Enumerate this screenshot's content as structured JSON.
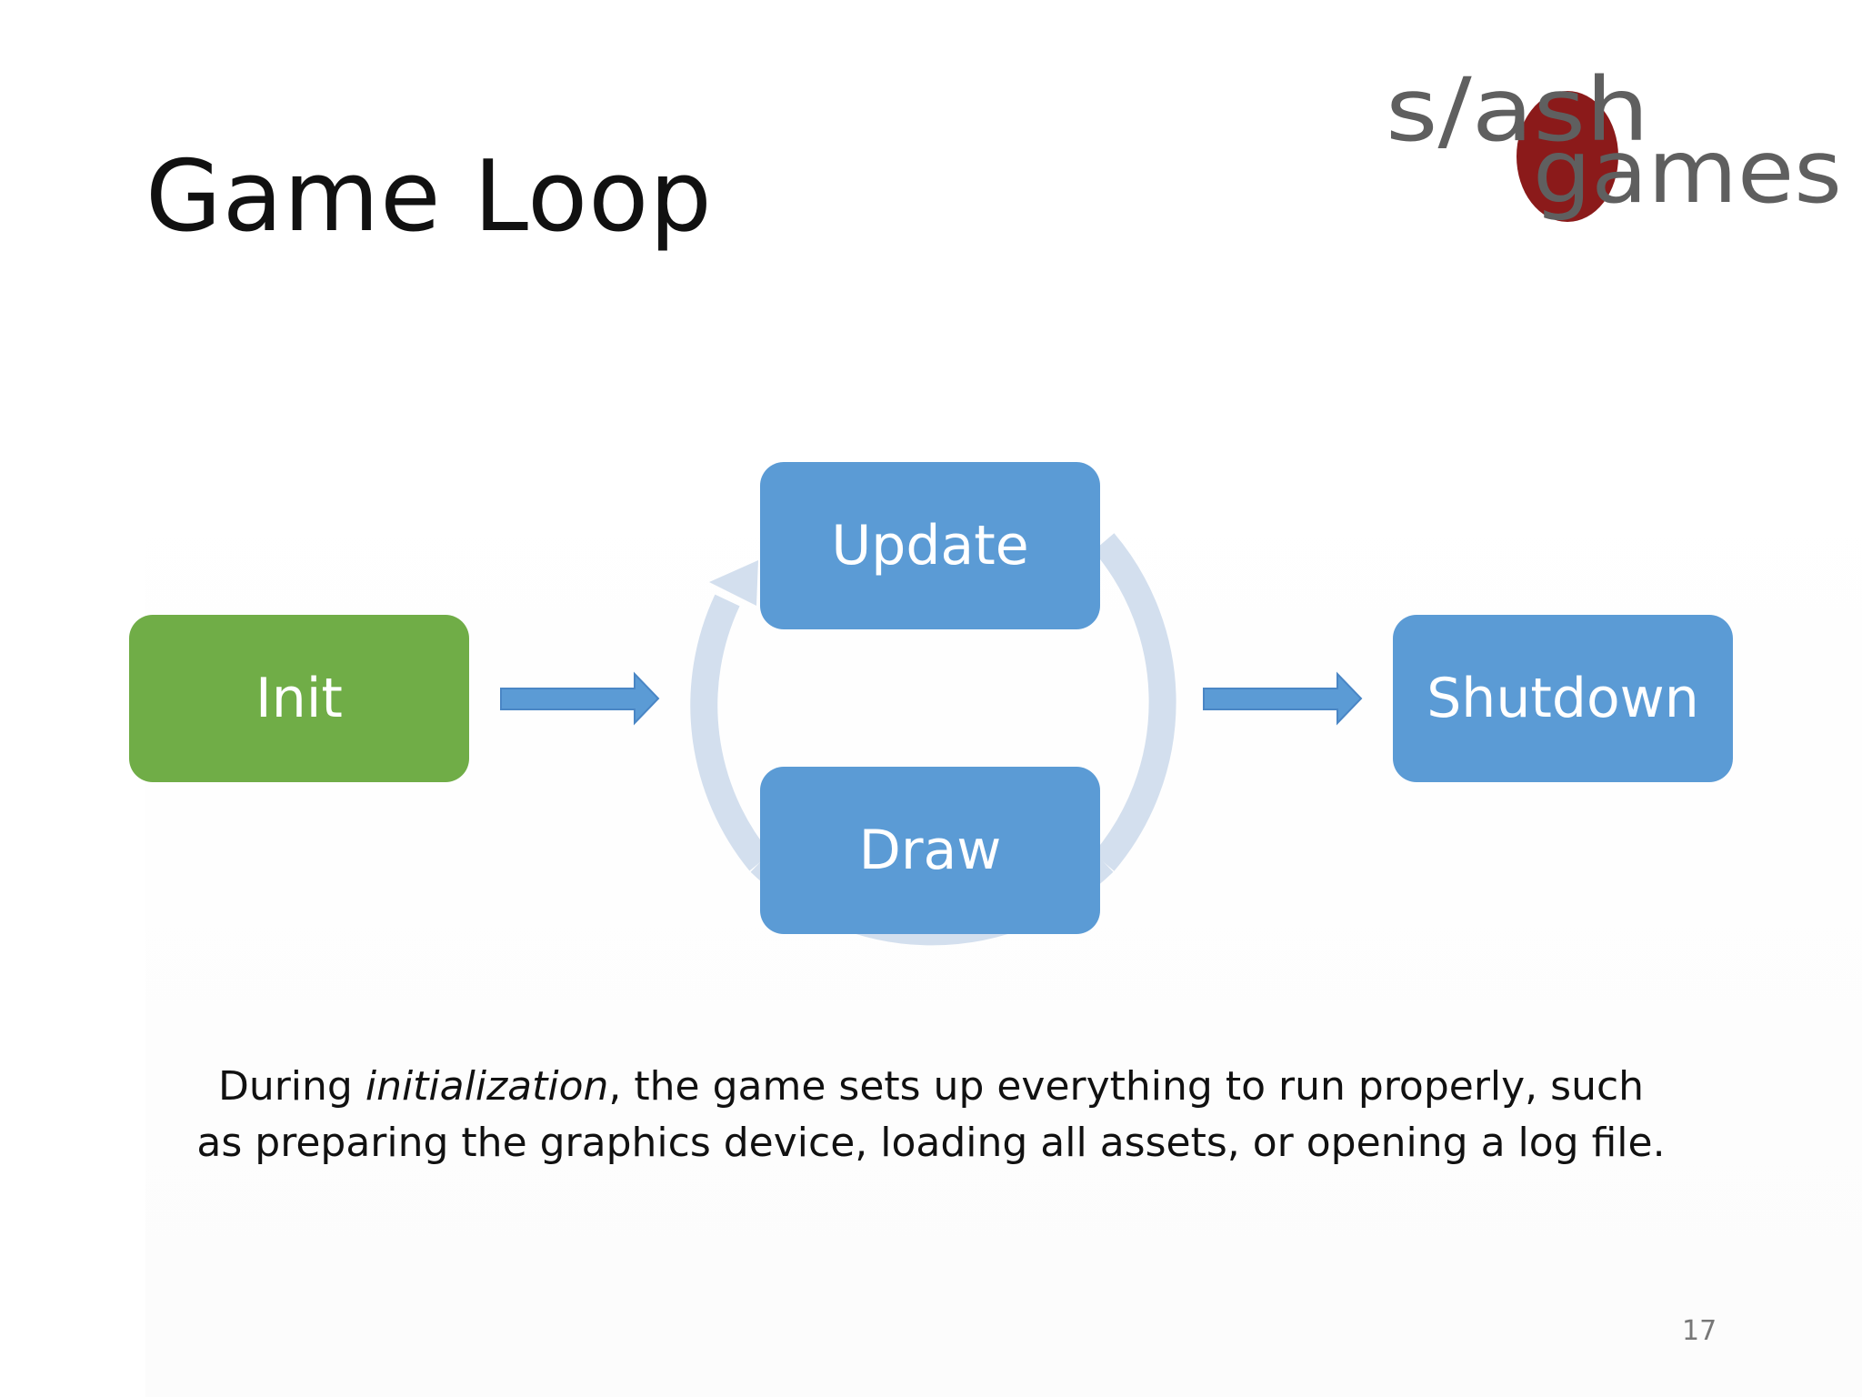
{
  "slide": {
    "title": "Game Loop",
    "page_number": "17"
  },
  "logo": {
    "top_text": "s/ash",
    "bottom_text": "games",
    "text_color": "#5f5f5f",
    "circle_color": "#8b1a1a"
  },
  "diagram": {
    "nodes": {
      "init": {
        "label": "Init",
        "color": "#70ad47"
      },
      "update": {
        "label": "Update",
        "color": "#5b9bd5"
      },
      "draw": {
        "label": "Draw",
        "color": "#5b9bd5"
      },
      "shutdown": {
        "label": "Shutdown",
        "color": "#5b9bd5"
      }
    },
    "loop_arrow_color": "#d3dfee",
    "flow_arrow_color": "#5b9bd5"
  },
  "caption": {
    "line1_before": "During ",
    "line1_emphasis": "initialization",
    "line1_after": ", the game sets up everything to run properly, such",
    "line2": "as preparing the graphics device, loading all assets, or opening a log file."
  }
}
